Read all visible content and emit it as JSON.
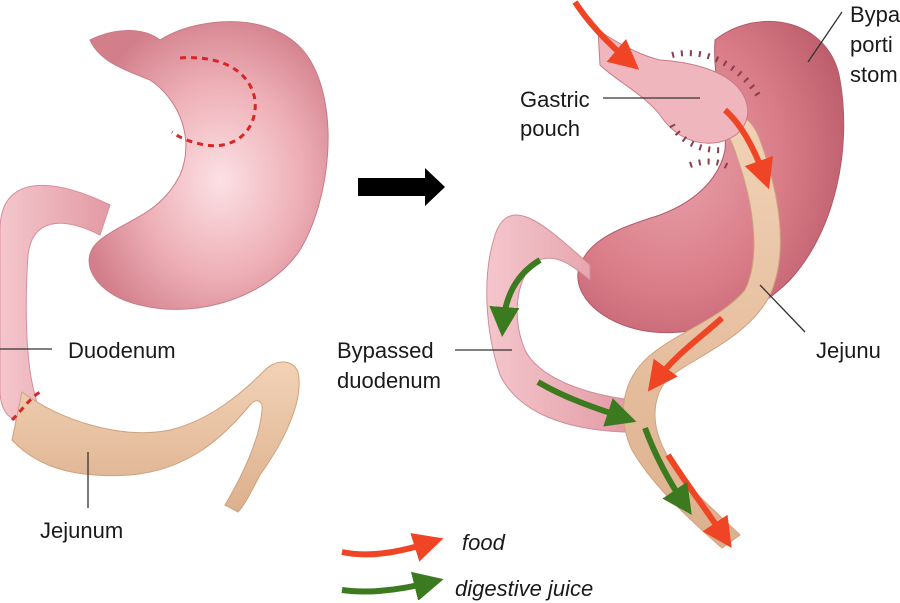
{
  "labels": {
    "duodenum": "Duodenum",
    "jejunum_left": "Jejunum",
    "gastric_pouch": [
      "Gastric",
      "pouch"
    ],
    "bypassed_duodenum": [
      "Bypassed",
      "duodenum"
    ],
    "bypassed_stomach": [
      "Bypa",
      "porti",
      "stom"
    ],
    "jejunum_right": "Jejunu"
  },
  "legend": {
    "food": "food",
    "digestive_juice": "digestive juice"
  },
  "colors": {
    "stomach": "#e49aa3",
    "stomach_dark": "#c9707d",
    "jejunum": "#e9c3a2",
    "food_arrow": "#ef4525",
    "juice_arrow": "#3c7a1f",
    "cut_line": "#d92525",
    "staple": "#8a3d4c",
    "transition_arrow": "#000000"
  }
}
